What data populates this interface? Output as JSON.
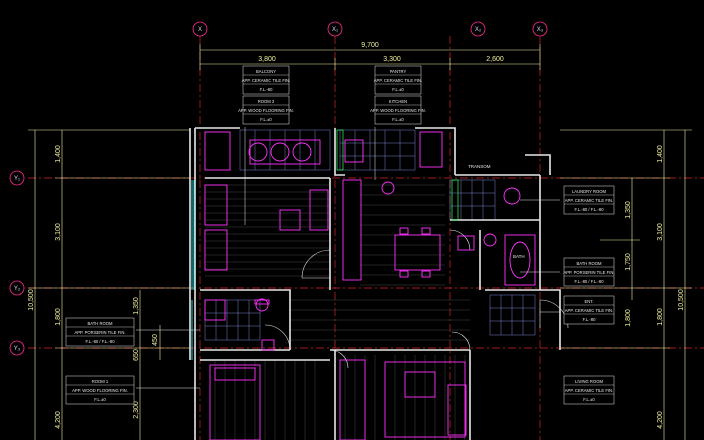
{
  "grid": {
    "columns": [
      "X",
      "X₁",
      "X₂",
      "X₃"
    ],
    "rows": [
      "Y₁",
      "Y₂",
      "Y₃"
    ]
  },
  "dimensions": {
    "top_total": "9,700",
    "top_segments": [
      "3,800",
      "3,300",
      "2,600"
    ],
    "left_total": "10,500",
    "left_segments": [
      "1,400",
      "3,100",
      "1,800",
      "4,200"
    ],
    "left_inner": [
      "1,350",
      "650",
      "2,300"
    ],
    "left_small": "450",
    "right_total": "10,500",
    "right_segments": [
      "1,400",
      "3,100",
      "1,800",
      "4,200"
    ],
    "right_inner": [
      "1,350",
      "1,750",
      "1,800"
    ]
  },
  "rooms": [
    {
      "title": "BALCONY",
      "finish": "APP. CERAMIC TILE FIN.",
      "level": "F.L.-80"
    },
    {
      "title": "ROOM 3",
      "finish": "APP. WOOD FLOORING FIN.",
      "level": "F.L.±0"
    },
    {
      "title": "PANTRY",
      "finish": "APP. CERAMIC TILE FIN.",
      "level": "F.L.±0"
    },
    {
      "title": "KITCHEN",
      "finish": "APP. WOOD FLOORING FIN.",
      "level": "F.L.±0"
    },
    {
      "title": "LAUNDRY ROOM",
      "finish": "APP. CERAMIC TILE FIN.",
      "level": "F.L.-80 / F.L.-80"
    },
    {
      "title": "BATH ROOM",
      "finish": "APP. PORSERIN TILE FIN.",
      "level": "F.L.-80 / F.L.-80"
    },
    {
      "title": "ENT.",
      "finish": "APP. CERAMIC TILE FIN.",
      "level": "F.L.-80"
    },
    {
      "title": "BATH ROOM",
      "finish": "APP. PORSERIN TILE FIN.",
      "level": "F.L.-80 / F.L.-80"
    },
    {
      "title": "ROOM 1",
      "finish": "APP. WOOD FLOORING FIN.",
      "level": "F.L.±0"
    },
    {
      "title": "LIVING ROOM",
      "finish": "APP. CERAMIC TILE FIN.",
      "level": "F.L.±0"
    }
  ],
  "labels": {
    "transom": "TRANSOM",
    "bath": "BATH"
  },
  "colors": {
    "background": "#000000",
    "wall": "#e8e8e8",
    "furniture": "#ff33ff",
    "tile": "#9aa0ff",
    "dimension": "#f0f0a0",
    "grid_line": "#ff2b2b"
  }
}
